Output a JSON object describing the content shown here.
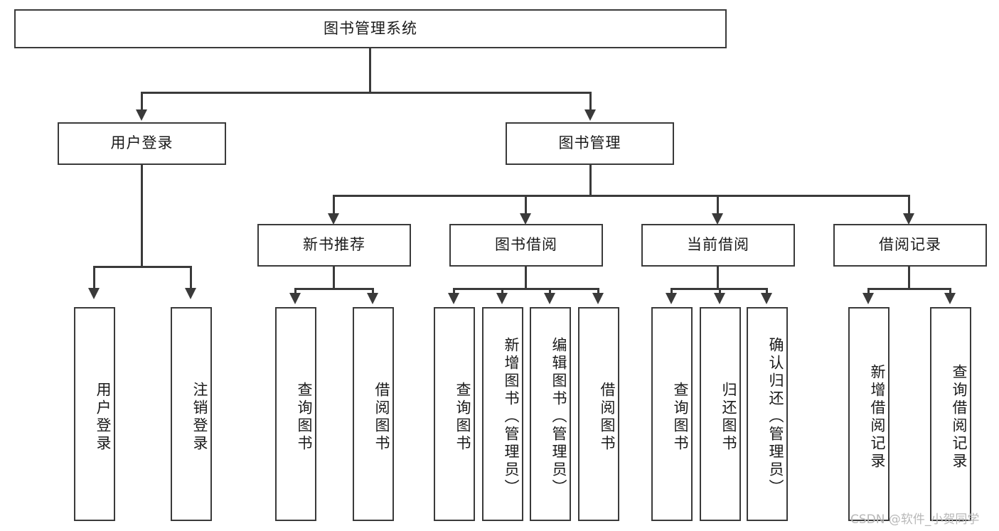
{
  "diagram": {
    "title_node": {
      "label": "图书管理系统"
    },
    "level2": [
      {
        "id": "user-login",
        "label": "用户登录"
      },
      {
        "id": "book-management",
        "label": "图书管理"
      }
    ],
    "level3": [
      {
        "id": "new-book-recommend",
        "label": "新书推荐"
      },
      {
        "id": "book-borrow",
        "label": "图书借阅"
      },
      {
        "id": "current-borrow",
        "label": "当前借阅"
      },
      {
        "id": "borrow-record",
        "label": "借阅记录"
      }
    ],
    "leaves": {
      "user_login": [
        {
          "id": "leaf-user-login",
          "label": "用户登录"
        },
        {
          "id": "leaf-logout-login",
          "label": "注销登录"
        }
      ],
      "new_book_recommend": [
        {
          "id": "leaf-query-book-1",
          "label": "查询图书"
        },
        {
          "id": "leaf-borrow-book-1",
          "label": "借阅图书"
        }
      ],
      "book_borrow": [
        {
          "id": "leaf-query-book-2",
          "label": "查询图书"
        },
        {
          "id": "leaf-add-book",
          "label": "新增图书（管理员）"
        },
        {
          "id": "leaf-edit-book",
          "label": "编辑图书（管理员）"
        },
        {
          "id": "leaf-borrow-book-2",
          "label": "借阅图书"
        }
      ],
      "current_borrow": [
        {
          "id": "leaf-query-book-3",
          "label": "查询图书"
        },
        {
          "id": "leaf-return-book",
          "label": "归还图书"
        },
        {
          "id": "leaf-confirm-return",
          "label": "确认归还（管理员）"
        }
      ],
      "borrow_record": [
        {
          "id": "leaf-add-record",
          "label": "新增借阅记录"
        },
        {
          "id": "leaf-query-record",
          "label": "查询借阅记录"
        }
      ]
    }
  },
  "watermark": {
    "text": "CSDN @软件_小贺同学"
  },
  "colors": {
    "stroke": "#3a3a3a",
    "text": "#1a1a1a",
    "background": "#ffffff",
    "watermark": "#b8b8b8"
  }
}
